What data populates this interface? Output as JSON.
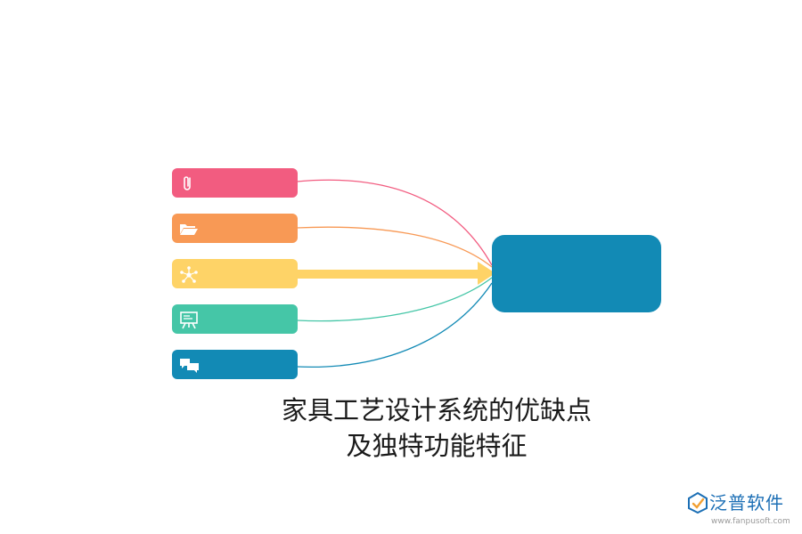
{
  "title_lines": [
    "家具工艺设计系统的优缺点",
    "及独特功能特征"
  ],
  "items": [
    {
      "icon": "paperclip-icon",
      "color": "#F25C80"
    },
    {
      "icon": "folder-icon",
      "color": "#F89955"
    },
    {
      "icon": "network-icon",
      "color": "#FED367"
    },
    {
      "icon": "presentation-icon",
      "color": "#45C6A7"
    },
    {
      "icon": "chat-icon",
      "color": "#128AB5"
    }
  ],
  "hub": {
    "color": "#128AB5"
  },
  "brand": {
    "name": "泛普软件",
    "url": "www.fanpusoft.com",
    "color": "#1C6FB5"
  }
}
